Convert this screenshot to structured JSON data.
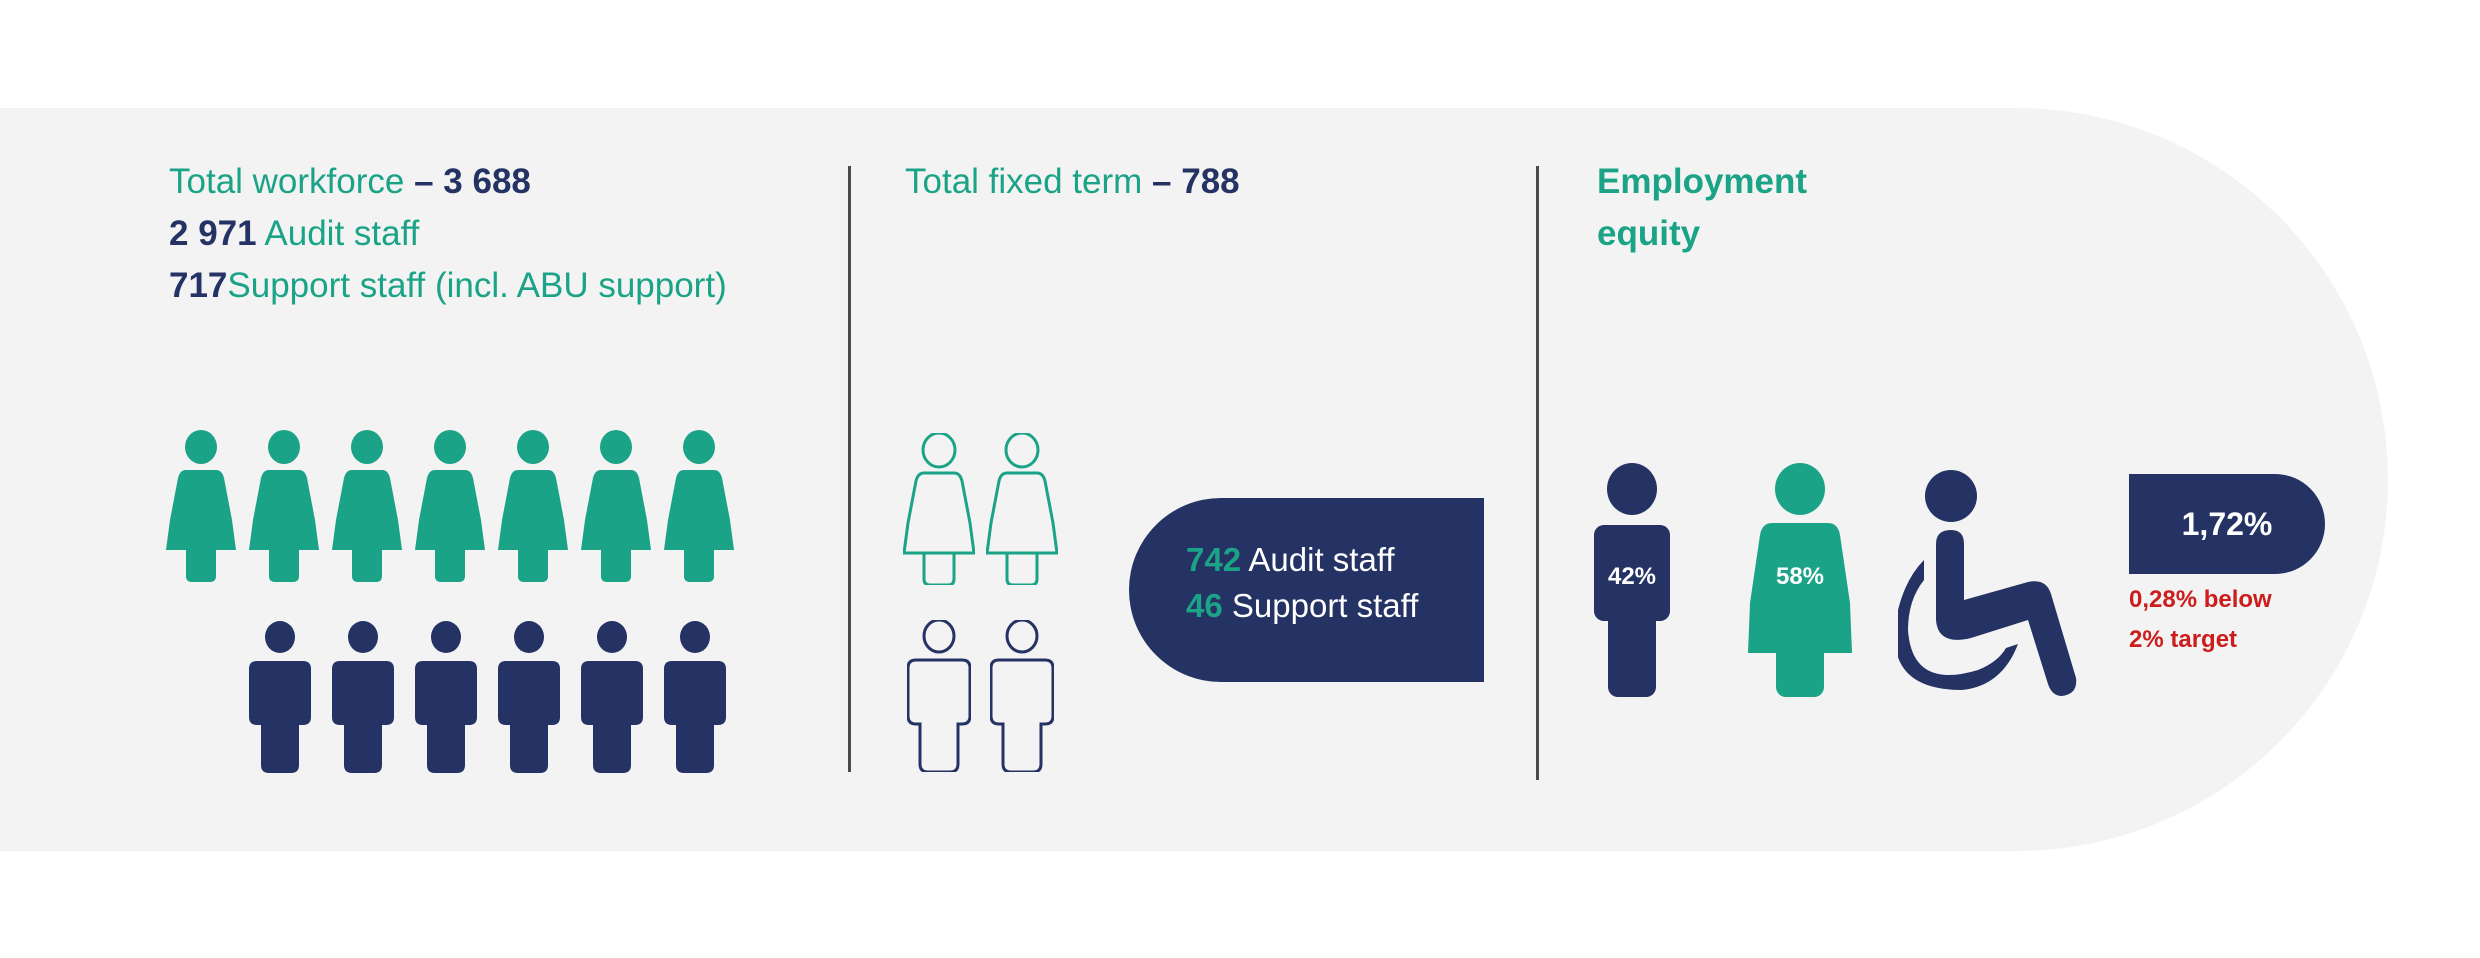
{
  "workforce": {
    "total_label": "Total workforce",
    "total_value": "– 3 688",
    "audit_value": "2 971",
    "audit_label": "Audit staff",
    "support_value": "717",
    "support_label": "Support staff (incl. ABU support)"
  },
  "fixed_term": {
    "total_label": "Total fixed term",
    "total_value": "– 788",
    "audit_value": "742",
    "audit_label": "Audit staff",
    "support_value": "46",
    "support_label": "Support staff"
  },
  "equity": {
    "title_line1": "Employment",
    "title_line2": "equity",
    "male_pct": "42%",
    "female_pct": "58%",
    "disability_pct": "1,72%",
    "note_line1": "0,28% below",
    "note_line2": "2% target"
  },
  "colors": {
    "navy": "#243264",
    "teal": "#1ba387",
    "red": "#cc1c1c",
    "band": "#f3f3f3"
  }
}
